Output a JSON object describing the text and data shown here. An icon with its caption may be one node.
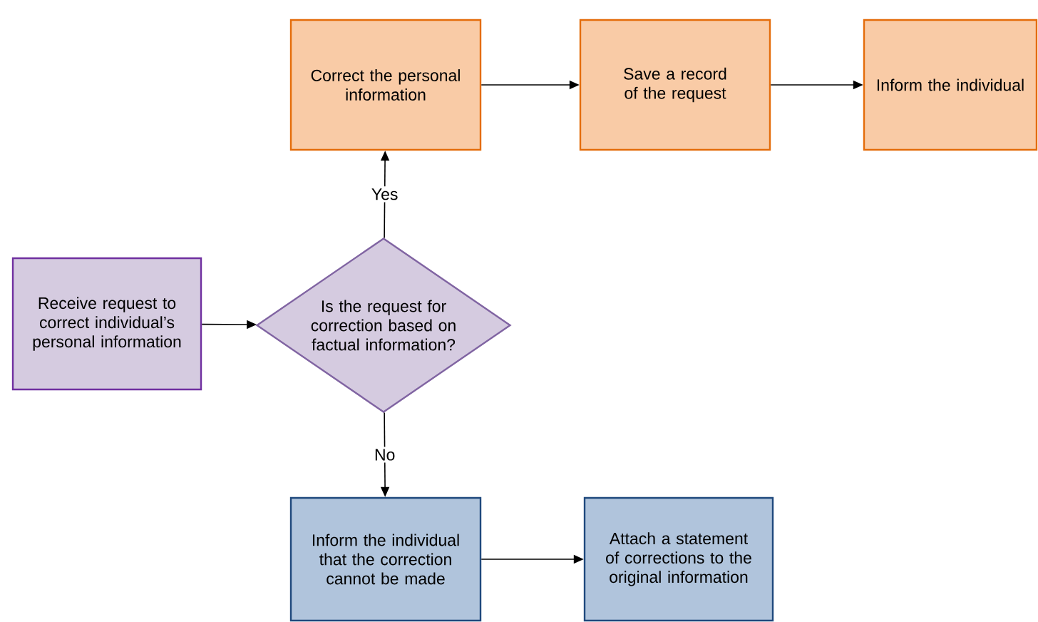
{
  "diagram": {
    "nodes": [
      {
        "text": [
          "Receive request to correct individual’s personal information"
        ]
      },
      {
        "text": [
          "Is the request for correction based on factual information?"
        ]
      },
      {
        "text": [
          "Correct the personal information"
        ]
      },
      {
        "text": [
          "Save a record of the request"
        ]
      },
      {
        "text": [
          "Inform the individual"
        ]
      },
      {
        "text": [
          "Inform the individual that the correction cannot be made"
        ]
      },
      {
        "text": [
          "Attach a statement of corrections to the original information"
        ]
      }
    ],
    "edges": [
      {
        "from": 0,
        "to": 1,
        "arrow": "to"
      },
      {
        "from": 1,
        "to": 2,
        "arrow": "to",
        "label": "Yes"
      },
      {
        "from": 2,
        "to": 3,
        "arrow": "to"
      },
      {
        "from": 3,
        "to": 4,
        "arrow": "to"
      },
      {
        "from": 1,
        "to": 5,
        "arrow": "to",
        "label": "No"
      },
      {
        "from": 5,
        "to": 6,
        "arrow": "to"
      }
    ]
  }
}
